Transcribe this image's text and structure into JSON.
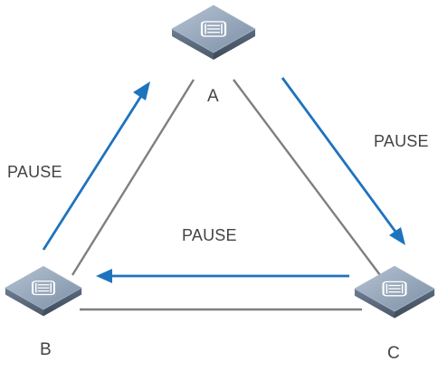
{
  "nodes": [
    {
      "id": "A",
      "label": "A"
    },
    {
      "id": "B",
      "label": "B"
    },
    {
      "id": "C",
      "label": "C"
    }
  ],
  "links": [
    {
      "from": "A",
      "to": "B"
    },
    {
      "from": "A",
      "to": "C"
    },
    {
      "from": "B",
      "to": "C"
    }
  ],
  "pause_flows": [
    {
      "from": "B",
      "to": "A",
      "label": "PAUSE"
    },
    {
      "from": "A",
      "to": "C",
      "label": "PAUSE"
    },
    {
      "from": "C",
      "to": "B",
      "label": "PAUSE"
    }
  ],
  "colors": {
    "link": "#7f7f7f",
    "arrow": "#1e73be",
    "switch_top": "#8fa1b6",
    "switch_side": "#55657a",
    "label": "#444444"
  },
  "icon": "network-switch-icon"
}
